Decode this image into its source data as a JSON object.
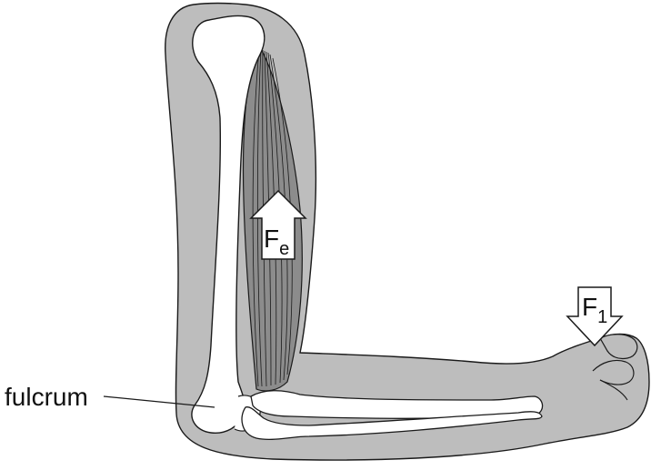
{
  "labels": {
    "fulcrum": "fulcrum",
    "effort_force": {
      "main": "F",
      "sub": "e"
    },
    "load_force": {
      "main": "F",
      "sub": "1"
    }
  },
  "colors": {
    "skin": "#bdbdbd",
    "bone": "#ffffff",
    "muscle": "#8c8c8c",
    "outline": "#1a1a1a",
    "arrow_fill": "#ffffff"
  }
}
